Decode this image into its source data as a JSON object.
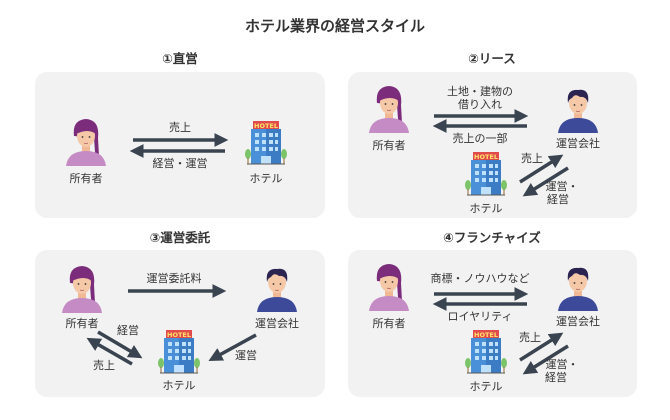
{
  "title": "ホテル業界の経営スタイル",
  "colors": {
    "panel": "#f2f2f2",
    "arrow": "#3a4450",
    "owner_shirt": "#c48bc4",
    "operator_shirt": "#3d4a9a",
    "hotel": "#4a90d9",
    "hotel_sign": "#e24b4b"
  },
  "hotel_sign_text": "HOTEL",
  "panels": [
    {
      "title": "①直営",
      "owner": "所有者",
      "hotel": "ホテル",
      "arrow_right": "売上",
      "arrow_left": "経営・運営"
    },
    {
      "title": "②リース",
      "owner": "所有者",
      "operator": "運営会社",
      "hotel": "ホテル",
      "arrow_right_1": "土地・建物の",
      "arrow_right_2": "借り入れ",
      "arrow_left": "売上の一部",
      "hotel_to_operator": "売上",
      "operator_to_hotel_1": "運営・",
      "operator_to_hotel_2": "経営"
    },
    {
      "title": "③運営委託",
      "owner": "所有者",
      "operator": "運営会社",
      "hotel": "ホテル",
      "arrow_right": "運営委託料",
      "owner_to_hotel": "経営",
      "hotel_to_owner": "売上",
      "operator_to_hotel": "運営"
    },
    {
      "title": "④フランチャイズ",
      "owner": "所有者",
      "operator": "運営会社",
      "hotel": "ホテル",
      "arrow_right": "商標・ノウハウなど",
      "arrow_left": "ロイヤリティ",
      "hotel_to_operator": "売上",
      "operator_to_hotel_1": "運営・",
      "operator_to_hotel_2": "経営"
    }
  ]
}
